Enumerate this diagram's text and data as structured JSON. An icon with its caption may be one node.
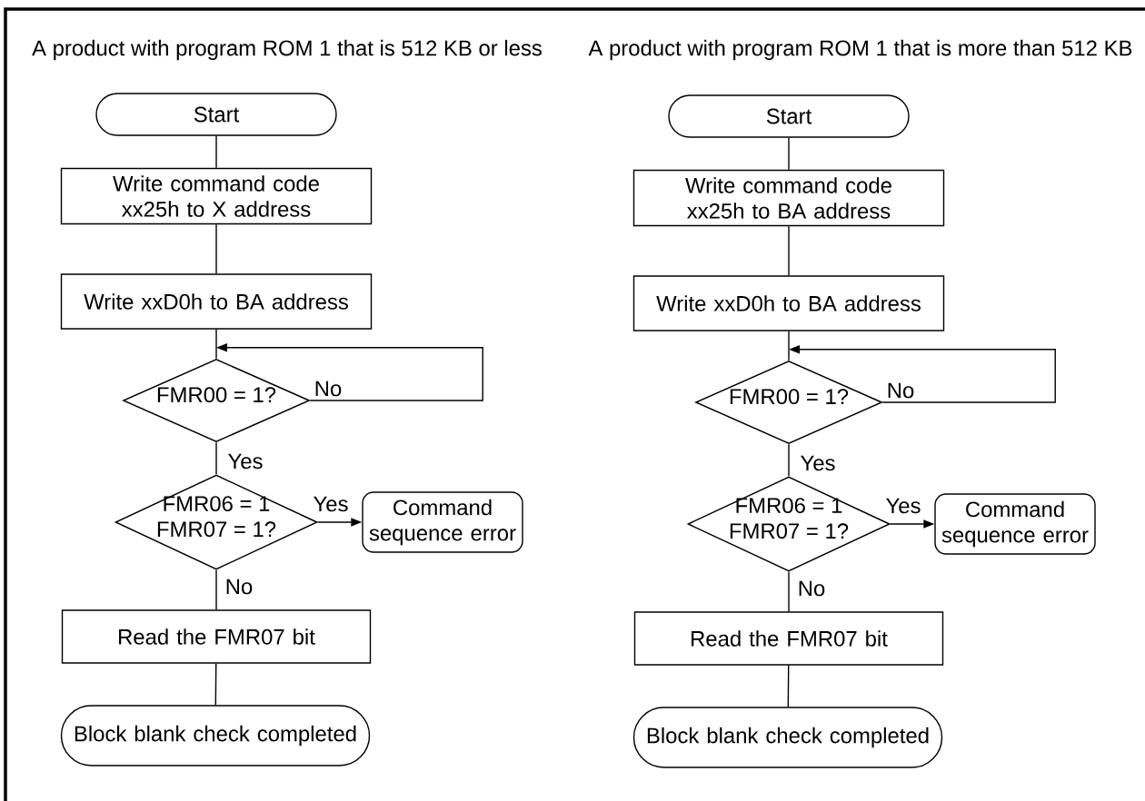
{
  "diagram": {
    "nodes": [
      {
        "text": [
          "Start"
        ]
      },
      {
        "text": [
          "Write command code xx25h to X address"
        ]
      },
      {
        "text": [
          "Write xxD0h to BA address"
        ]
      },
      {
        "text": [
          "FMR00 = 1?"
        ]
      },
      {
        "text": [
          "FMR06 = 1 FMR07 = 1?"
        ]
      },
      {
        "text": [
          "Command sequence error"
        ]
      },
      {
        "text": [
          "Read the FMR07 bit"
        ]
      },
      {
        "text": [
          "Block blank check completed"
        ]
      },
      {
        "text": [
          "Start"
        ]
      },
      {
        "text": [
          "Write command code xx25h to BA address"
        ]
      },
      {
        "text": [
          "Write xxD0h to BA address"
        ]
      },
      {
        "text": [
          "FMR00 = 1?"
        ]
      },
      {
        "text": [
          "FMR06 = 1 FMR07 = 1?"
        ]
      },
      {
        "text": [
          "Command sequence error"
        ]
      },
      {
        "text": [
          "Read the FMR07 bit"
        ]
      },
      {
        "text": [
          "Block blank check completed"
        ]
      }
    ],
    "edges": [
      {
        "from": 0,
        "to": 1,
        "arrow": "none"
      },
      {
        "from": 1,
        "to": 2,
        "arrow": "none"
      },
      {
        "from": 2,
        "to": 3,
        "arrow": "none"
      },
      {
        "from": 3,
        "to": 3,
        "arrow": "to",
        "label": "No"
      },
      {
        "from": 3,
        "to": 4,
        "arrow": "none",
        "label": "Yes"
      },
      {
        "from": 4,
        "to": 5,
        "arrow": "to",
        "label": "Yes"
      },
      {
        "from": 4,
        "to": 6,
        "arrow": "none",
        "label": "No"
      },
      {
        "from": 6,
        "to": 7,
        "arrow": "none"
      },
      {
        "from": 8,
        "to": 9,
        "arrow": "none"
      },
      {
        "from": 9,
        "to": 10,
        "arrow": "none"
      },
      {
        "from": 10,
        "to": 11,
        "arrow": "none"
      },
      {
        "from": 11,
        "to": 11,
        "arrow": "to",
        "label": "No"
      },
      {
        "from": 11,
        "to": 12,
        "arrow": "none",
        "label": "Yes"
      },
      {
        "from": 12,
        "to": 13,
        "arrow": "to",
        "label": "Yes"
      },
      {
        "from": 12,
        "to": 14,
        "arrow": "none",
        "label": "No"
      },
      {
        "from": 14,
        "to": 15,
        "arrow": "none"
      }
    ],
    "labels": [
      "A product with program ROM 1 that is 512 KB or less",
      "A product with program ROM 1 that is more than 512 KB"
    ]
  }
}
